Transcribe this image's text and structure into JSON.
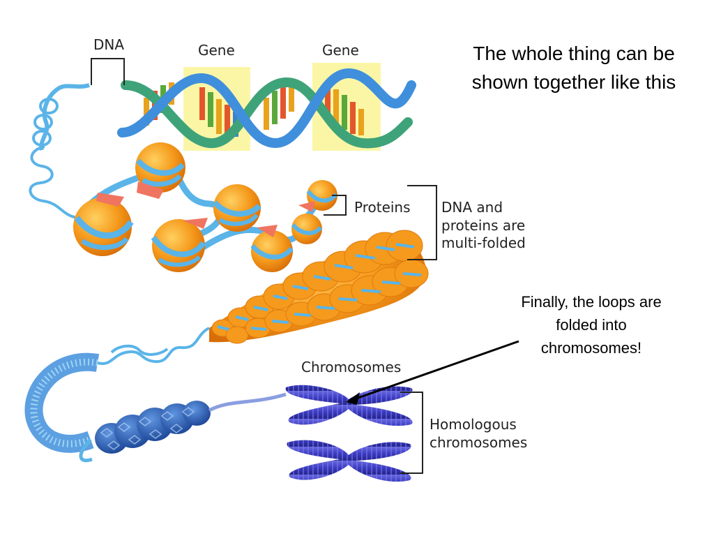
{
  "slide": {
    "title": "The whole thing can be shown together like this",
    "callout": "Finally, the loops are folded into chromosomes!"
  },
  "diagram": {
    "labels": {
      "dna": "DNA",
      "gene_1": "Gene",
      "gene_2": "Gene",
      "proteins": "Proteins",
      "dna_and_proteins": "DNA and proteins are multi-folded",
      "chromosomes": "Chromosomes",
      "homologous": "Homologous chromosomes"
    },
    "colors": {
      "dna_strand": "#5ab4e8",
      "dna_strand_dark": "#3a86c8",
      "helix_green": "#3fa37a",
      "gene_highlight": "#fbf6a6",
      "histone": "#f59a1c",
      "histone_dark": "#e57d10",
      "linker_protein": "#ef7560",
      "chromosome": "#4040c0",
      "chromatid_dark": "#2a2a8c",
      "compact_fiber": "#2a5fb0"
    }
  }
}
